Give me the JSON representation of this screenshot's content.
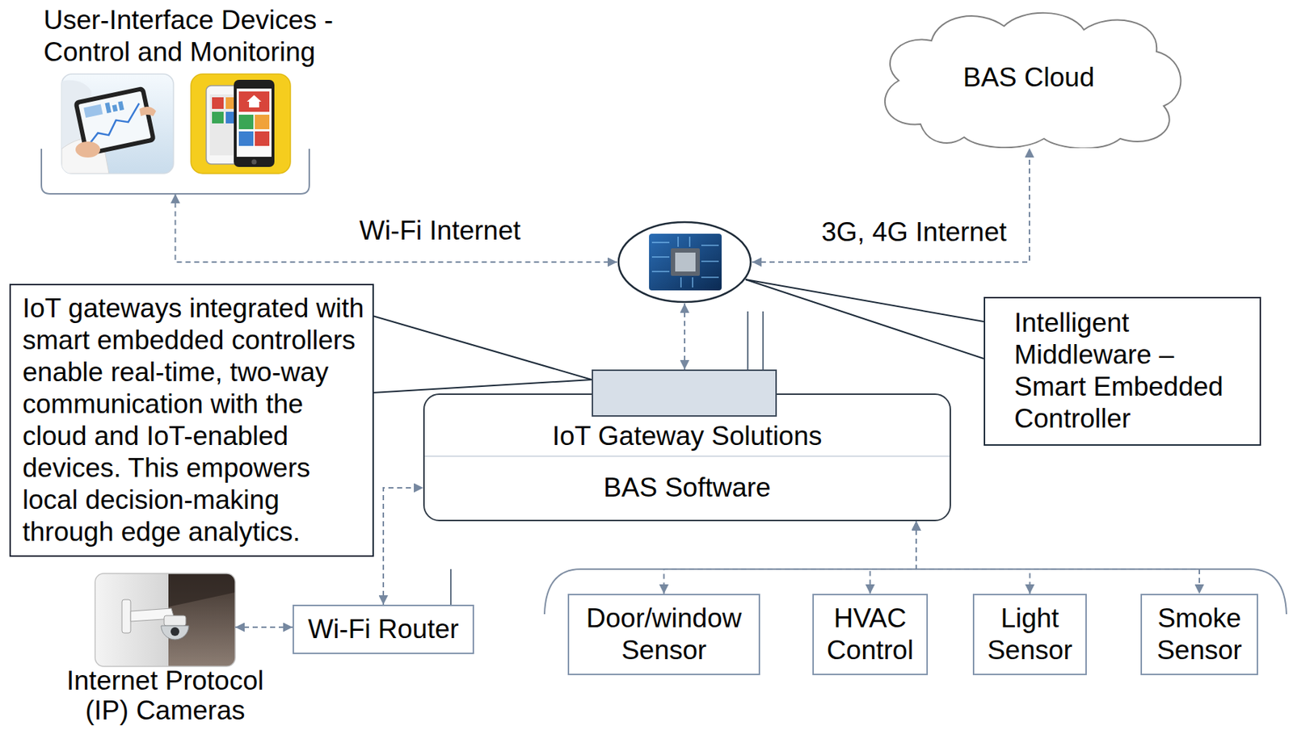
{
  "diagram": {
    "nodes": [
      {
        "text": [
          "User-Interface Devices - Control and Monitoring"
        ]
      },
      {
        "text": [
          "BAS Cloud"
        ]
      },
      {
        "text": [
          "Intelligent Middleware – Smart Embedded Controller"
        ]
      },
      {
        "text": [
          "IoT gateways integrated with smart embedded controllers enable real-time, two-way communication with the cloud and IoT-enabled devices. This empowers local decision-making through edge analytics."
        ]
      },
      {
        "text": [
          "IoT Gateway Solutions",
          "BAS Software"
        ]
      },
      {
        "text": [
          "Wi-Fi Router"
        ]
      },
      {
        "text": [
          "Internet Protocol (IP) Cameras"
        ]
      },
      {
        "text": [
          "Door/window Sensor"
        ]
      },
      {
        "text": [
          "HVAC Control"
        ]
      },
      {
        "text": [
          "Light Sensor"
        ]
      },
      {
        "text": [
          "Smoke Sensor"
        ]
      }
    ],
    "edges": [
      {
        "from": 0,
        "to": 2,
        "label": "Wi-Fi Internet",
        "arrow": "both"
      },
      {
        "from": 2,
        "to": 1,
        "label": "3G, 4G Internet",
        "arrow": "both"
      },
      {
        "from": 3,
        "to": 2,
        "arrow": "both"
      },
      {
        "from": 5,
        "to": 4,
        "arrow": "both"
      },
      {
        "from": 6,
        "to": 5,
        "arrow": "both"
      },
      {
        "from": 4,
        "to": 7,
        "arrow": "both"
      },
      {
        "from": 4,
        "to": 8,
        "arrow": "both"
      },
      {
        "from": 4,
        "to": 9,
        "arrow": "both"
      },
      {
        "from": 4,
        "to": 10,
        "arrow": "both"
      }
    ]
  }
}
